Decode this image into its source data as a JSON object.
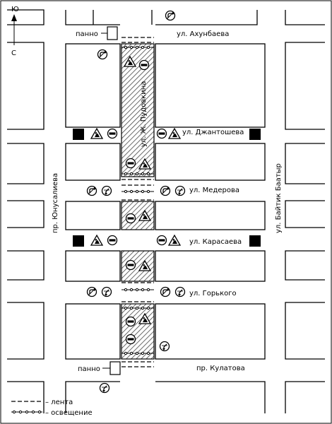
{
  "compass": {
    "north": "Ю",
    "south": "С"
  },
  "streets": {
    "akhunbaeva": "ул. Ахунбаева",
    "dzhantosheva": "ул. Джантошева",
    "mederova": "ул. Медерова",
    "karasaeva": "ул. Карасаева",
    "gorkogo": "ул. Горького",
    "kulatova": "пр. Кулатова",
    "pudovkina": "ул. Ж. Пудовкина",
    "yunusalieva": "пр. Юнусалиева",
    "baitik": "ул. Байтик Баатыр"
  },
  "panels": {
    "top": "панно",
    "bottom": "панно"
  },
  "legend": {
    "tape": "– лента",
    "lighting": "– освещение"
  },
  "icons": {
    "no_entry": "no-entry-sign-icon",
    "road_works": "road-works-sign-icon",
    "turn_left_prohibited": "no-left-turn-sign-icon",
    "turn_right_prohibited": "no-right-turn-sign-icon",
    "detour": "detour-sign-icon",
    "block": "road-block-icon"
  },
  "colors": {
    "ink": "#000000",
    "paper": "#ffffff",
    "hatch": "#555555"
  }
}
